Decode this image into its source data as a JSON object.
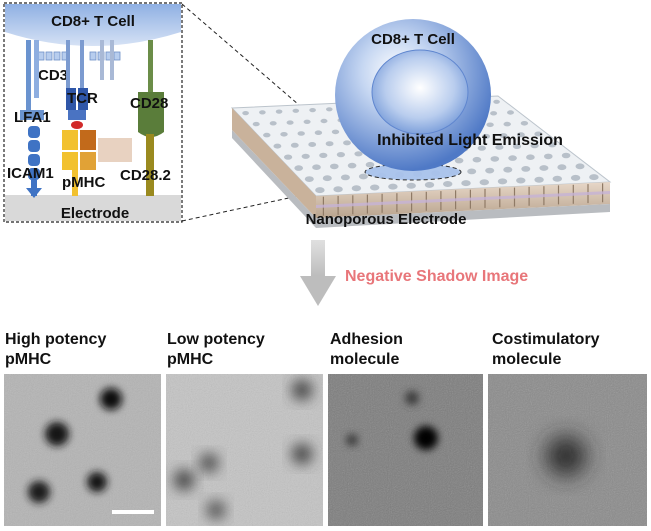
{
  "schematic": {
    "inset": {
      "cell_label": "CD8+ T Cell",
      "cd3": "CD3",
      "tcr": "TCR",
      "lfa1": "LFA1",
      "cd28": "CD28",
      "icam1": "ICAM1",
      "pmhc": "pMHC",
      "cd28_2": "CD28.2",
      "electrode": "Electrode"
    },
    "main": {
      "cell_label": "CD8+ T Cell",
      "emission_label": "Inhibited Light Emission",
      "electrode_label": "Nanoporous Electrode"
    },
    "arrow_label": "Negative Shadow Image"
  },
  "panels": [
    {
      "title_line1": "High potency",
      "title_line2": "pMHC"
    },
    {
      "title_line1": "Low potency",
      "title_line2": "pMHC"
    },
    {
      "title_line1": "Adhesion",
      "title_line2": "molecule"
    },
    {
      "title_line1": "Costimulatory",
      "title_line2": "molecule"
    }
  ],
  "colors": {
    "cell_blue": "#7fa3dc",
    "arrow_text": "#e8767a",
    "cd28_green": "#5a7d3a",
    "tcr_blue": "#2f56a8",
    "pmhc_yellow": "#f2c12e",
    "lfa1_blue": "#6a93cf"
  }
}
